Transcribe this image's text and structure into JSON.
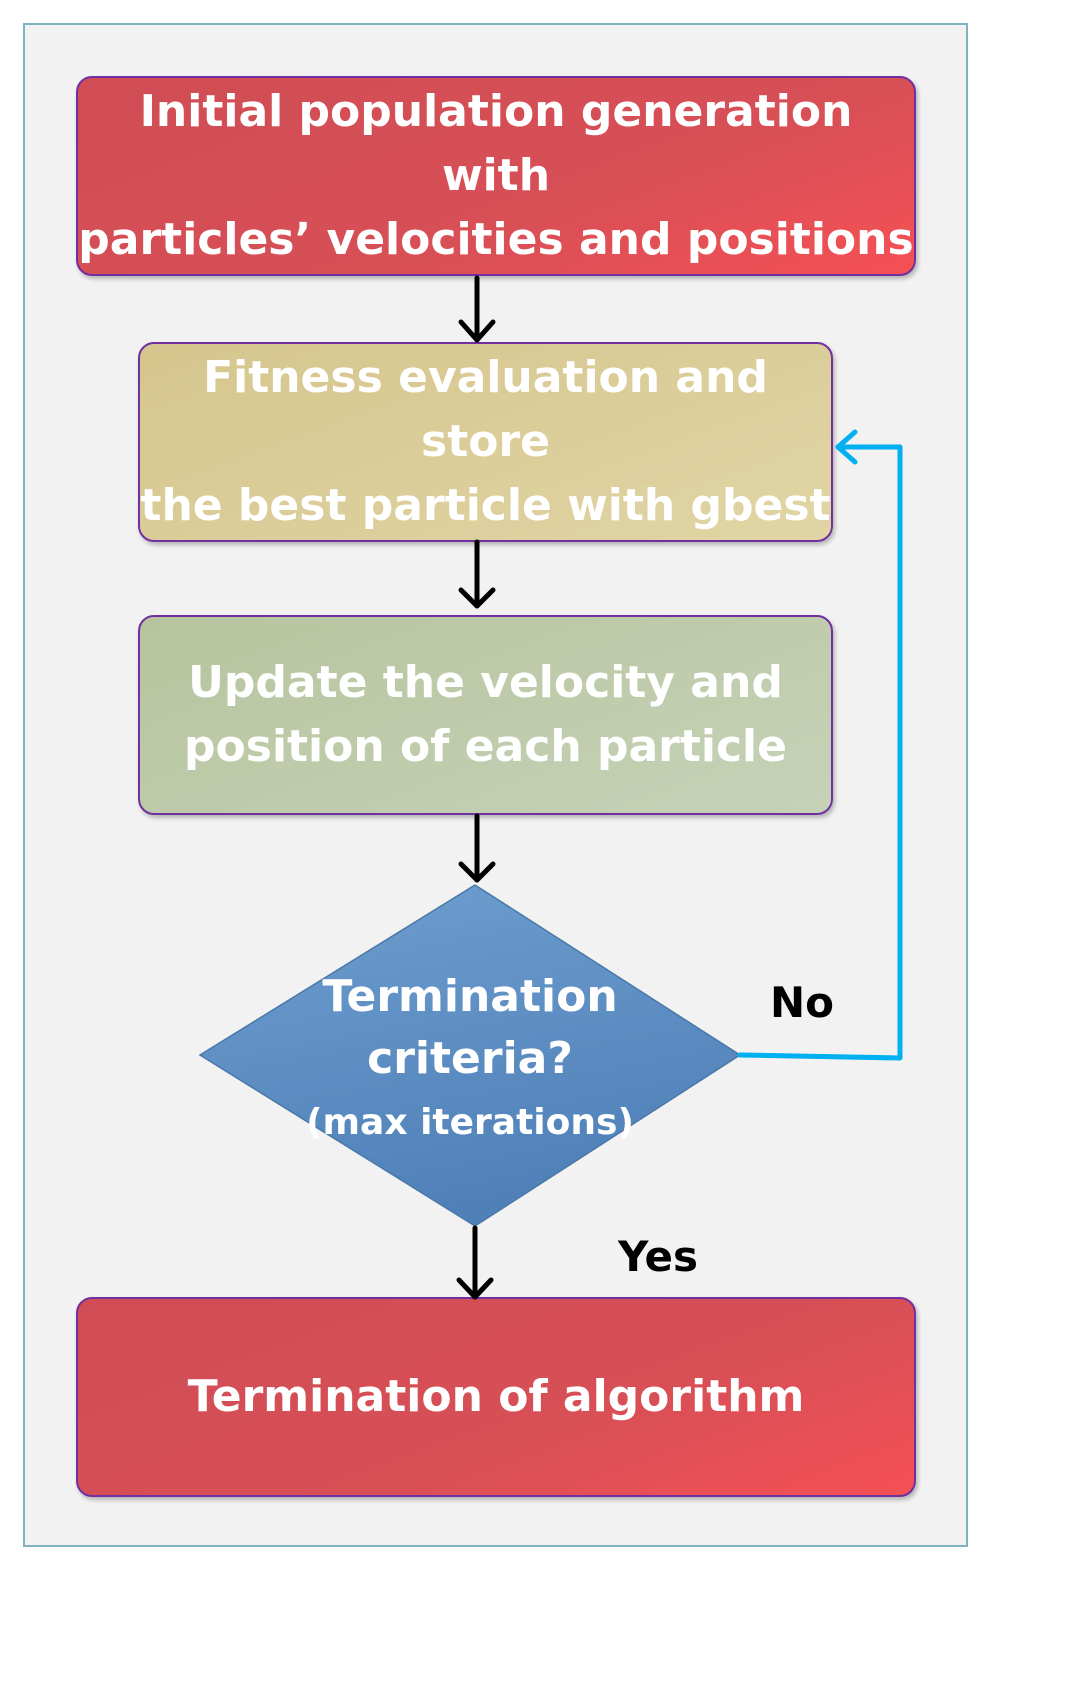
{
  "nodes": {
    "initial": "Initial population generation with\nparticles’ velocities and positions",
    "fitness": "Fitness evaluation and store\nthe best particle with gbest",
    "update": "Update the velocity and\nposition of each particle",
    "decision": {
      "line1": "Termination",
      "line2": "criteria?",
      "line3": "(max iterations)"
    },
    "end": "Termination of algorithm"
  },
  "edges": {
    "no_label": "No",
    "yes_label": "Yes"
  },
  "colors": {
    "terminal_box": "#d84f56",
    "fitness_box": "#dccd9a",
    "update_box": "#bfcba9",
    "decision_diamond": "#5b8fc2",
    "box_border": "#7030a0",
    "loop_arrow": "#00b0f0",
    "arrow": "#000000"
  }
}
